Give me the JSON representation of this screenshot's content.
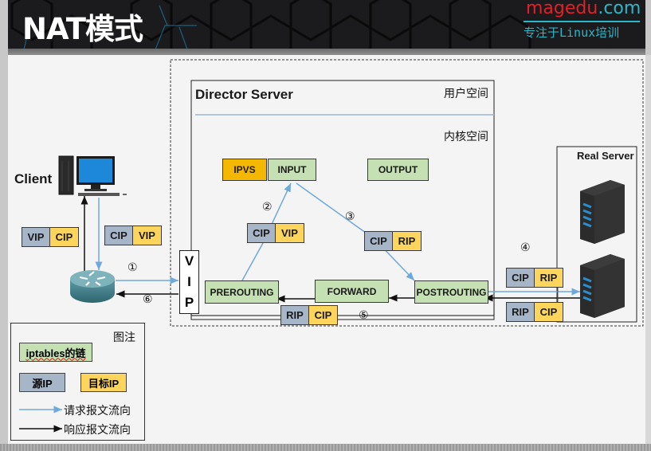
{
  "header": {
    "title": "NAT模式",
    "brand_red": "magedu",
    "brand_cyan": ".com",
    "slogan": "专注于Linux培训"
  },
  "colors": {
    "chain_green": "#c5e0b3",
    "ipvs_orange": "#f5b800",
    "source_ip_gray": "#a7b5c9",
    "dest_ip_yellow": "#fdd55d",
    "request_arrow": "#6fa8dc",
    "response_arrow": "#111111"
  },
  "client": {
    "label": "Client",
    "response_packet": {
      "src": "VIP",
      "dst": "CIP"
    },
    "request_packet": {
      "src": "CIP",
      "dst": "VIP"
    }
  },
  "vip_interface": [
    "V",
    "I",
    "P"
  ],
  "director": {
    "title": "Director Server",
    "user_space": "用户空间",
    "kernel_space": "内核空间",
    "chains": {
      "ipvs": "IPVS",
      "input": "INPUT",
      "output": "OUTPUT",
      "prerouting": "PREROUTING",
      "forward": "FORWARD",
      "postrouting": "POSTROUTING"
    },
    "packet_step2": {
      "src": "CIP",
      "dst": "VIP"
    },
    "packet_step3": {
      "src": "CIP",
      "dst": "RIP"
    },
    "packet_step5": {
      "src": "RIP",
      "dst": "CIP"
    }
  },
  "real_server": {
    "label": "Real Server",
    "packet_request": {
      "src": "CIP",
      "dst": "RIP"
    },
    "packet_response": {
      "src": "RIP",
      "dst": "CIP"
    }
  },
  "steps": {
    "s1": "①",
    "s2": "②",
    "s3": "③",
    "s4": "④",
    "s5": "⑤",
    "s6": "⑥"
  },
  "legend": {
    "title": "图注",
    "chain": "iptables的链",
    "source_ip": "源IP",
    "dest_ip": "目标IP",
    "request_flow": "请求报文流向",
    "response_flow": "响应报文流向"
  }
}
